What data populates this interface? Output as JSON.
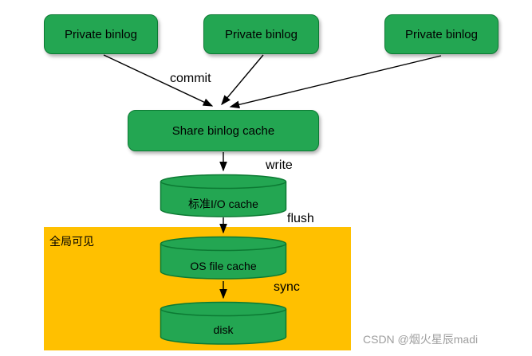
{
  "diagram": {
    "nodes": {
      "private1": "Private binlog",
      "private2": "Private binlog",
      "private3": "Private binlog",
      "share": "Share binlog cache",
      "io_cache": "标准I/O cache",
      "os_cache": "OS file cache",
      "disk": "disk"
    },
    "edge_labels": {
      "commit": "commit",
      "write": "write",
      "flush": "flush",
      "sync": "sync"
    },
    "region_label": "全局可见",
    "watermark": "CSDN @烟火星辰madi",
    "colors": {
      "node_fill": "#23A652",
      "node_border": "#0c7a33",
      "region_fill": "#FFC000",
      "arrow": "#000000",
      "watermark_text": "#9e9e9e"
    }
  }
}
